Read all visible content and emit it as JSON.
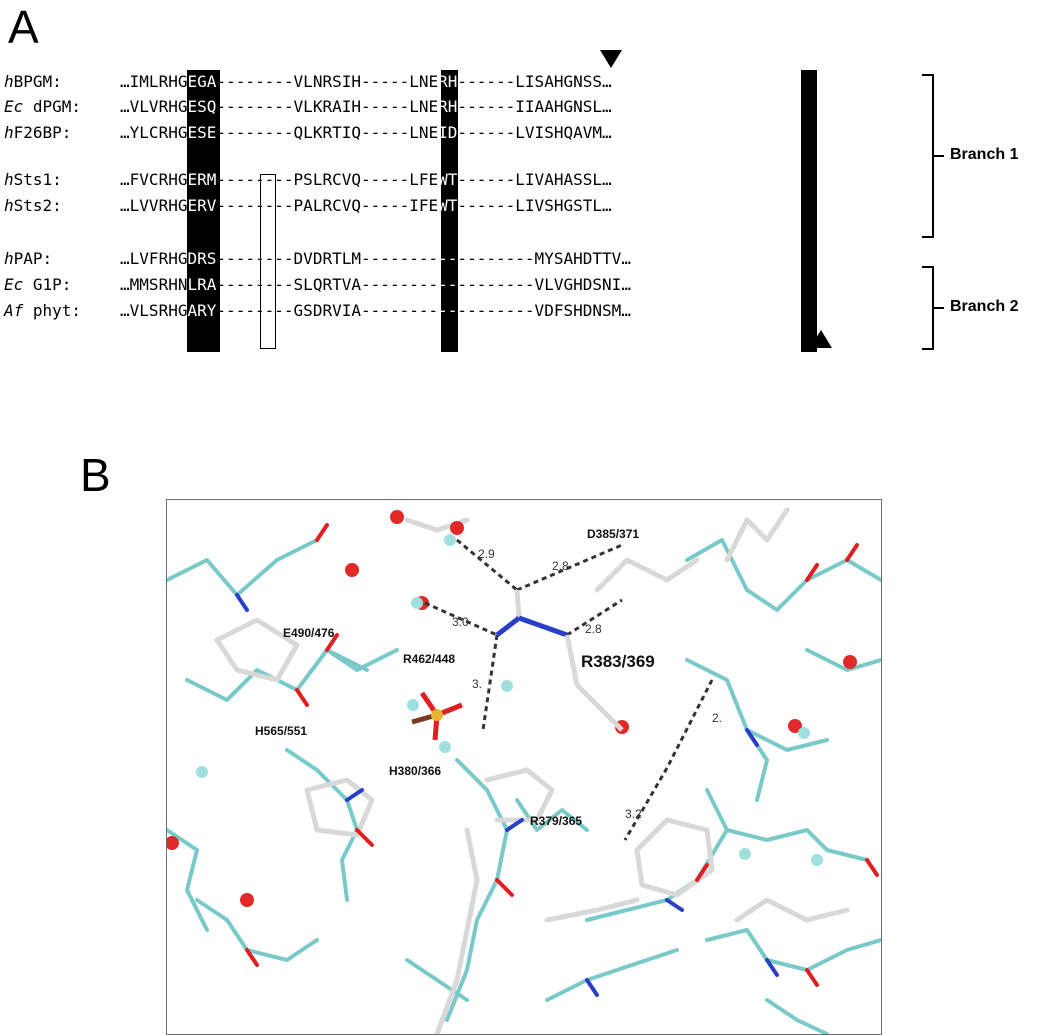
{
  "panel_a": {
    "letter": "A",
    "rows": [
      {
        "org": "h",
        "name": "BPGM:",
        "seq": "…IMLRHGEGA--------VLNRSIH-----LNERH------LISAHGNSS…"
      },
      {
        "org": "Ec",
        "name": " dPGM:",
        "seq": "…VLVRHGESQ--------VLKRAIH-----LNERH------IIAAHGNSL…"
      },
      {
        "org": "h",
        "name": "F26BP:",
        "seq": "…YLCRHGESE--------QLKRTIQ-----LNEID------LVISHQAVM…"
      },
      {
        "org": "h",
        "name": "Sts1:",
        "seq": "…FVCRHGERM--------PSLRCVQ-----LFEWT------LIVAHASSL…"
      },
      {
        "org": "h",
        "name": "Sts2:",
        "seq": "…LVVRHGERV--------PALRCVQ-----IFEWT------LIVSHGSTL…"
      },
      {
        "org": "h",
        "name": "PAP:",
        "seq": "…LVFRHGDRS--------DVDRTLM------------------MYSAHDTTV…"
      },
      {
        "org": "Ec",
        "name": " G1P:",
        "seq": "…MMSRHNLRA--------SLQRTVA------------------VLVGHDSNI…"
      },
      {
        "org": "Af",
        "name": " phyt:",
        "seq": "…VLSRHGARY--------GSDRVIA------------------VDFSHDNSM…"
      }
    ],
    "branch1_label": "Branch 1",
    "branch2_label": "Branch 2"
  },
  "panel_b": {
    "letter": "B",
    "residue_labels": {
      "d385": "D385/371",
      "e490": "E490/476",
      "r462": "R462/448",
      "r383": "R383/369",
      "h565": "H565/551",
      "h380": "H380/366",
      "r379": "R379/365"
    },
    "distances": {
      "d1": "2.9",
      "d2": "2.8",
      "d3": "3.0",
      "d4": "2.8",
      "d5": "3.",
      "d6": "2.",
      "d7": "3.2"
    },
    "colors": {
      "carbon_cyan": "#79c9c9",
      "carbon_white": "#d8d8d8",
      "nitrogen": "#2a3fc7",
      "oxygen": "#e02020",
      "sulfur": "#e3b431",
      "water_red": "#e02a2a",
      "water_cyan": "#9fe0df"
    }
  }
}
